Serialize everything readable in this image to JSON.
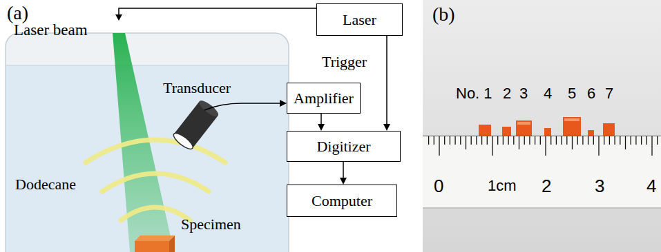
{
  "diagram": {
    "nodes": [
      {
        "text": [
          "Laser"
        ]
      },
      {
        "text": [
          "Amplifier"
        ]
      },
      {
        "text": [
          "Digitizer"
        ]
      },
      {
        "text": [
          "Computer"
        ]
      }
    ],
    "edges": [
      {
        "from": 0,
        "to": 2,
        "arrow": "to",
        "label": "Trigger"
      },
      {
        "from": 1,
        "to": 2,
        "arrow": "to"
      },
      {
        "from": 2,
        "to": 3,
        "arrow": "to"
      }
    ],
    "labels": [
      "(a)",
      "Laser beam",
      "Transducer",
      "Dodecane",
      "Specimen",
      "(b)",
      "No. 1",
      "2",
      "3",
      "4",
      "5",
      "6",
      "7",
      "0",
      "1cm",
      "2",
      "3",
      "4"
    ]
  }
}
